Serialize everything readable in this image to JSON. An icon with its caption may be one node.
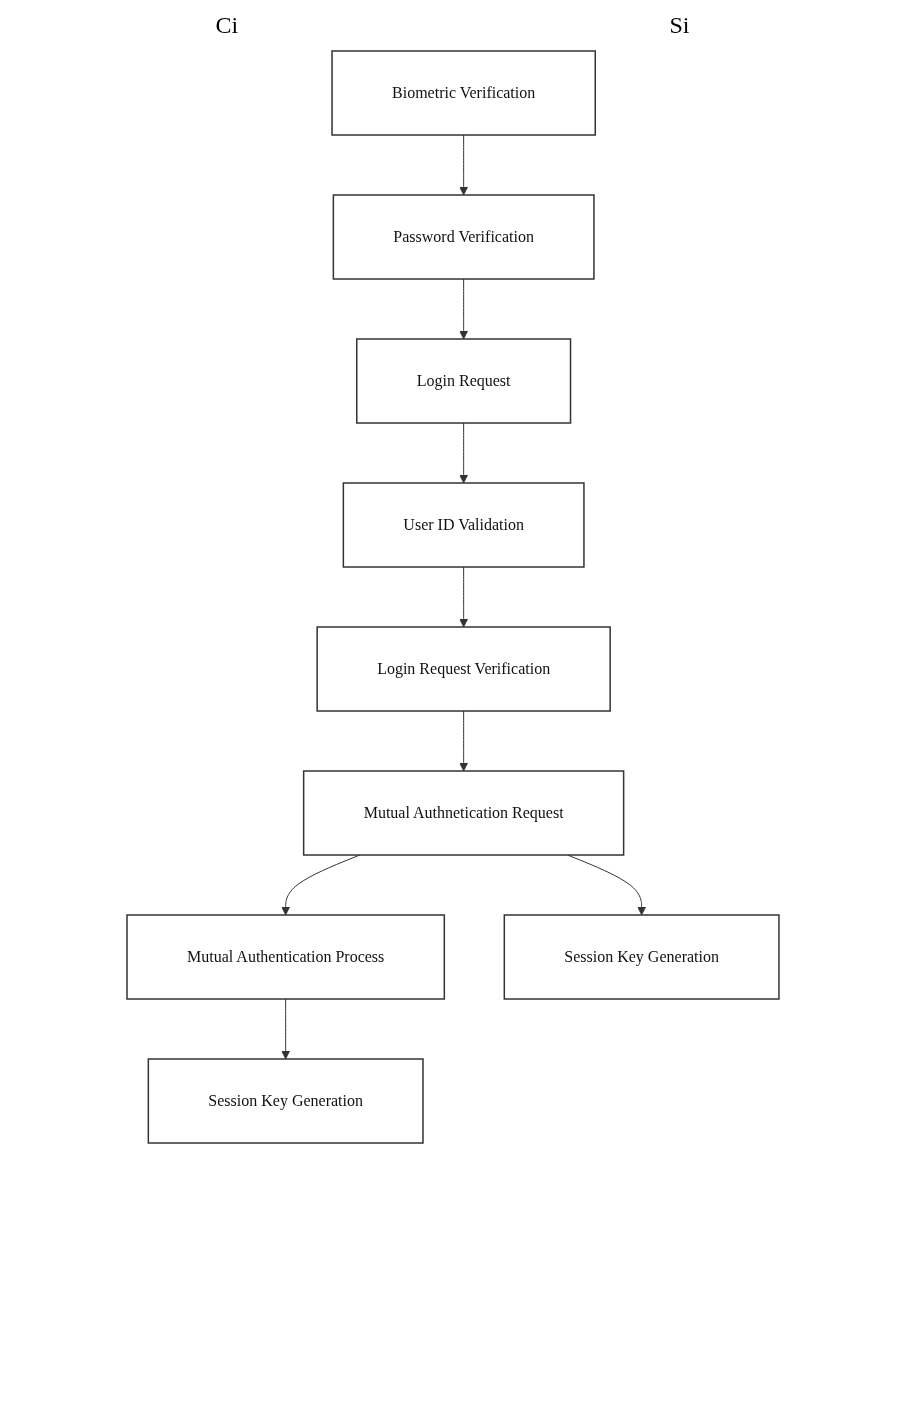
{
  "diagram": {
    "nodes": [
      {
        "text": [
          "Biometric Verification"
        ]
      },
      {
        "text": [
          "Password Verification"
        ]
      },
      {
        "text": [
          "Login Request"
        ]
      },
      {
        "text": [
          "User ID Validation"
        ]
      },
      {
        "text": [
          "Login Request Verification"
        ]
      },
      {
        "text": [
          "Mutual Authentication Process"
        ]
      },
      {
        "text": [
          "Mutual Authnetication Request"
        ]
      },
      {
        "text": [
          "Session Key Generation"
        ]
      },
      {
        "text": [
          "Session Key Generation"
        ]
      }
    ],
    "edges": [
      {
        "from": 0,
        "to": 1,
        "arrow": "to"
      },
      {
        "from": 1,
        "to": 2,
        "arrow": "to"
      },
      {
        "from": 2,
        "to": 3,
        "arrow": "to"
      },
      {
        "from": 3,
        "to": 4,
        "arrow": "to"
      },
      {
        "from": 4,
        "to": 6,
        "arrow": "to"
      },
      {
        "from": 6,
        "to": 5,
        "arrow": "to"
      },
      {
        "from": 5,
        "to": 7,
        "arrow": "to"
      },
      {
        "from": 6,
        "to": 8,
        "arrow": "to"
      }
    ],
    "labels": [
      "Ci",
      "Si"
    ]
  }
}
